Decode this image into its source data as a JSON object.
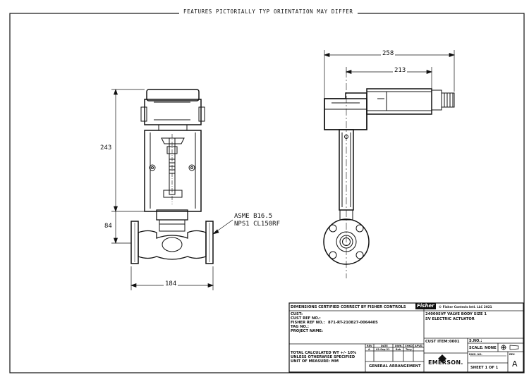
{
  "header": {
    "left_text": "FEATURES PICTORIALLY TYPICAL",
    "right_text": "ORIENTATION MAY DIFFER"
  },
  "front_view": {
    "height_actuator": "243",
    "height_body": "84",
    "width_face": "184",
    "connection_note_line1": "ASME B16.5",
    "connection_note_line2": "NPS1 CL150RF"
  },
  "side_view": {
    "overall_length": "258",
    "actuator_length": "213"
  },
  "title_block": {
    "certified": "DIMENSIONS CERTIFIED CORRECT BY FISHER CONTROLS",
    "fisher_logo": "Fisher",
    "copyright": "© Fisher Controls Intl. LLC 2021",
    "cust": "CUST:",
    "cust_ref": "CUST REF NO.:",
    "fisher_ref_label": "FISHER REF NO.:",
    "fisher_ref_value": "871-RT-210827-0064405",
    "tag": "TAG NO.:",
    "project": "PROJECT NAME:",
    "description_line1": "24000SVF VALVE BODY SIZE 1",
    "description_line2": "SV ELECTRIC ACTUATOR",
    "cust_item_label": "CUST ITEM:",
    "cust_item_value": "0001",
    "sno_label": "S.NO.:",
    "scale_label": "SCALE:",
    "scale_value": "NONE",
    "dwg_label": "DWG. NO.",
    "rev_label": "REV.",
    "rev_value": "A",
    "sheet": "SHEET 1 OF 1",
    "emerson_logo": "EMERSON.",
    "weight_note_line1": "TOTAL CALCULATED WT +/- 10%",
    "weight_note_line2": "UNLESS OTHERWISE SPECIFIED",
    "weight_note_line3": "UNIT OF MEASURE: MM",
    "general_arrangement": "GENERAL ARRANGEMENT",
    "rev_table": {
      "headers": [
        "REV",
        "DATE",
        "DWN.",
        "CHKD.",
        "APVD."
      ],
      "row": [
        "A",
        "02-Sep-21",
        "Bob",
        "Tony",
        ""
      ]
    }
  }
}
